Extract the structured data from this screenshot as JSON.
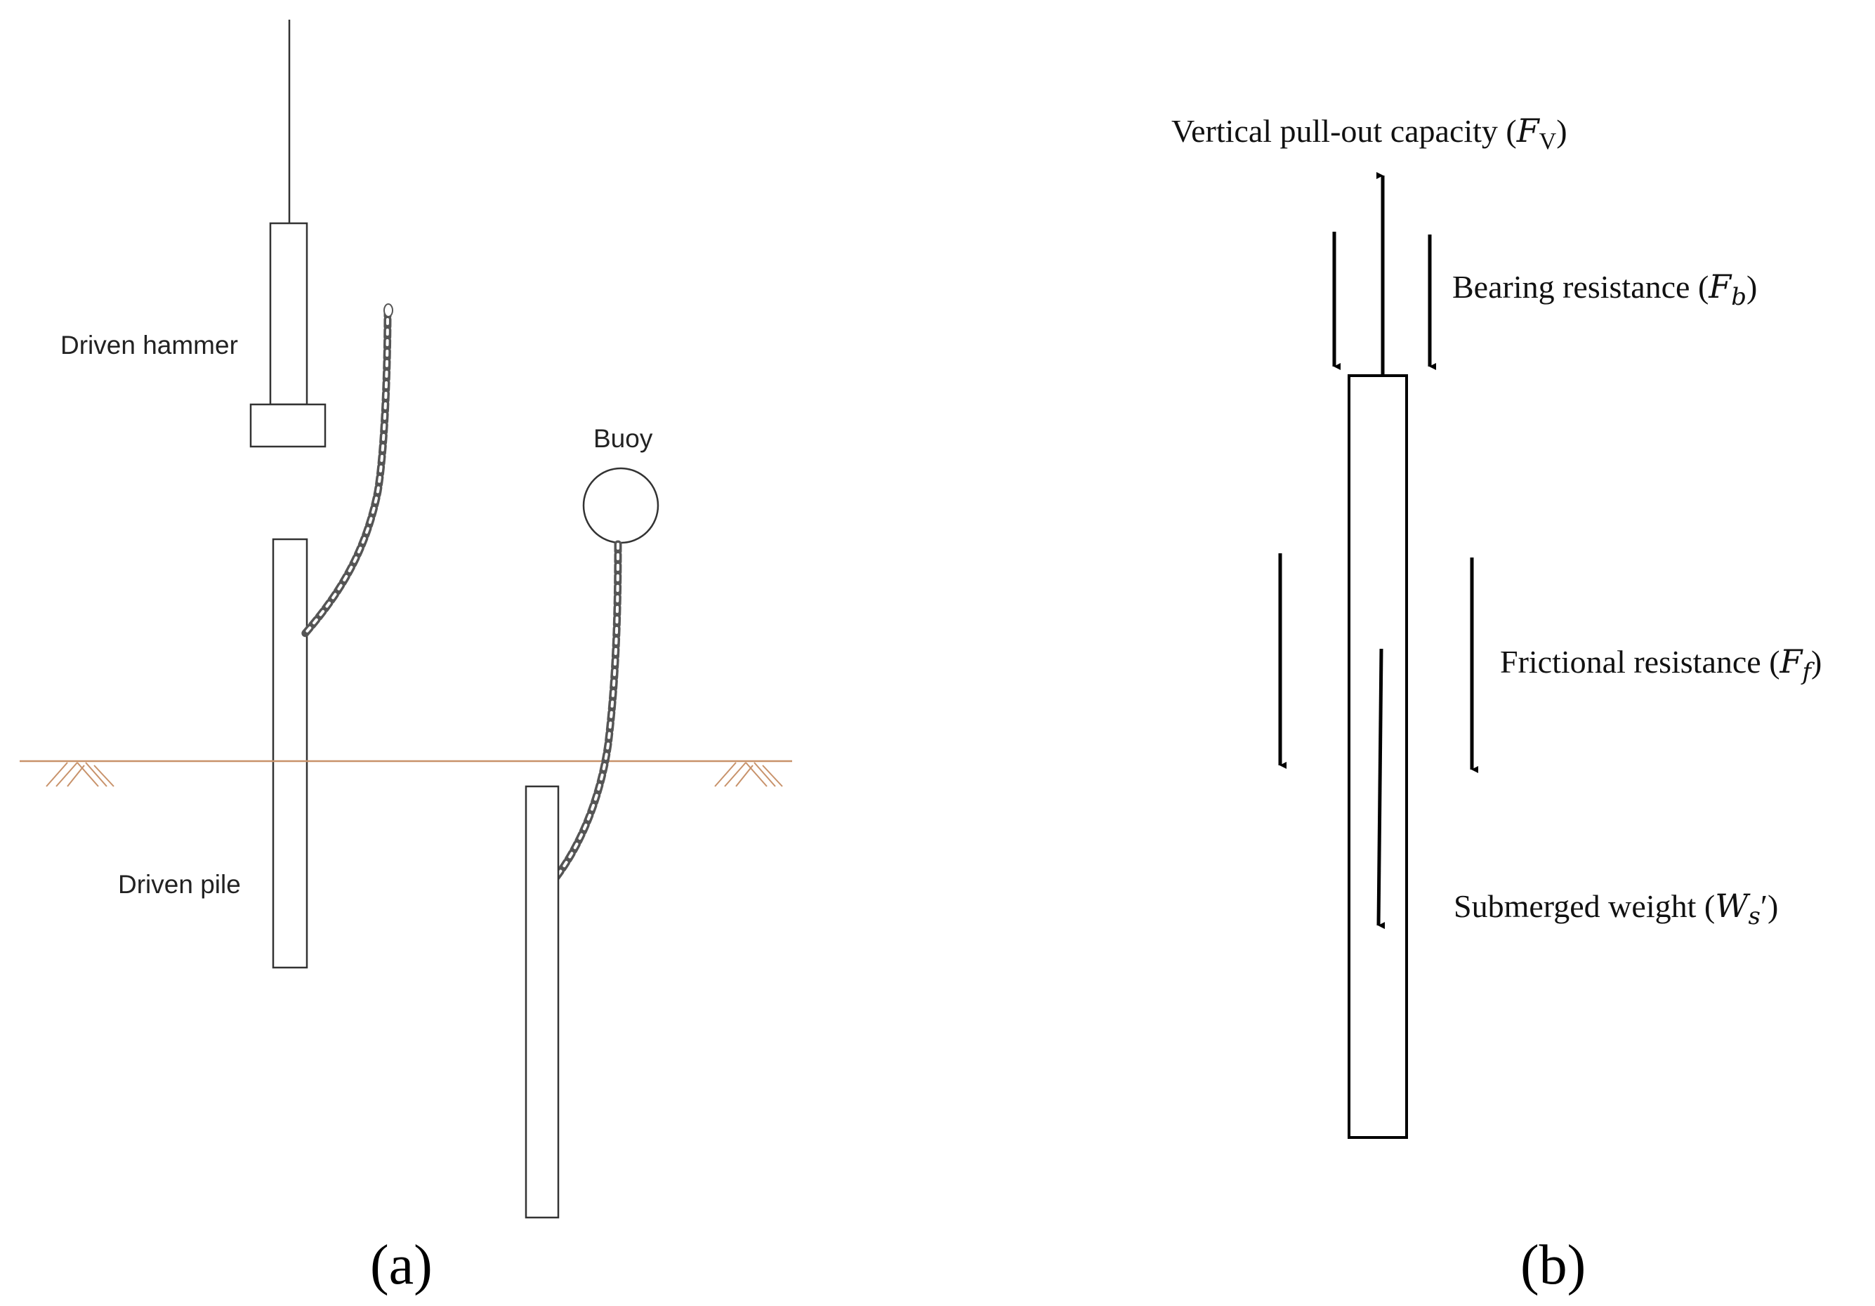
{
  "panel_a": {
    "caption": "(a)",
    "labels": {
      "hammer": "Driven hammer",
      "buoy": "Buoy",
      "pile": "Driven pile"
    }
  },
  "panel_b": {
    "caption": "(b)",
    "forces": {
      "vertical": {
        "text": "Vertical pull-out capacity (",
        "sym": "F",
        "sub": "V",
        "close": ")"
      },
      "bearing": {
        "text": "Bearing resistance (",
        "sym": "F",
        "sub": "b",
        "close": ")"
      },
      "friction": {
        "text": "Frictional resistance (",
        "sym": "F",
        "sub": "f",
        "close": ")"
      },
      "weight": {
        "text": "Submerged weight (",
        "sym": "W",
        "sub": "s",
        "prime": "′",
        "close": ")"
      }
    }
  },
  "colors": {
    "seabed": "#c8926a",
    "line": "#000000",
    "chain": "#555555"
  }
}
